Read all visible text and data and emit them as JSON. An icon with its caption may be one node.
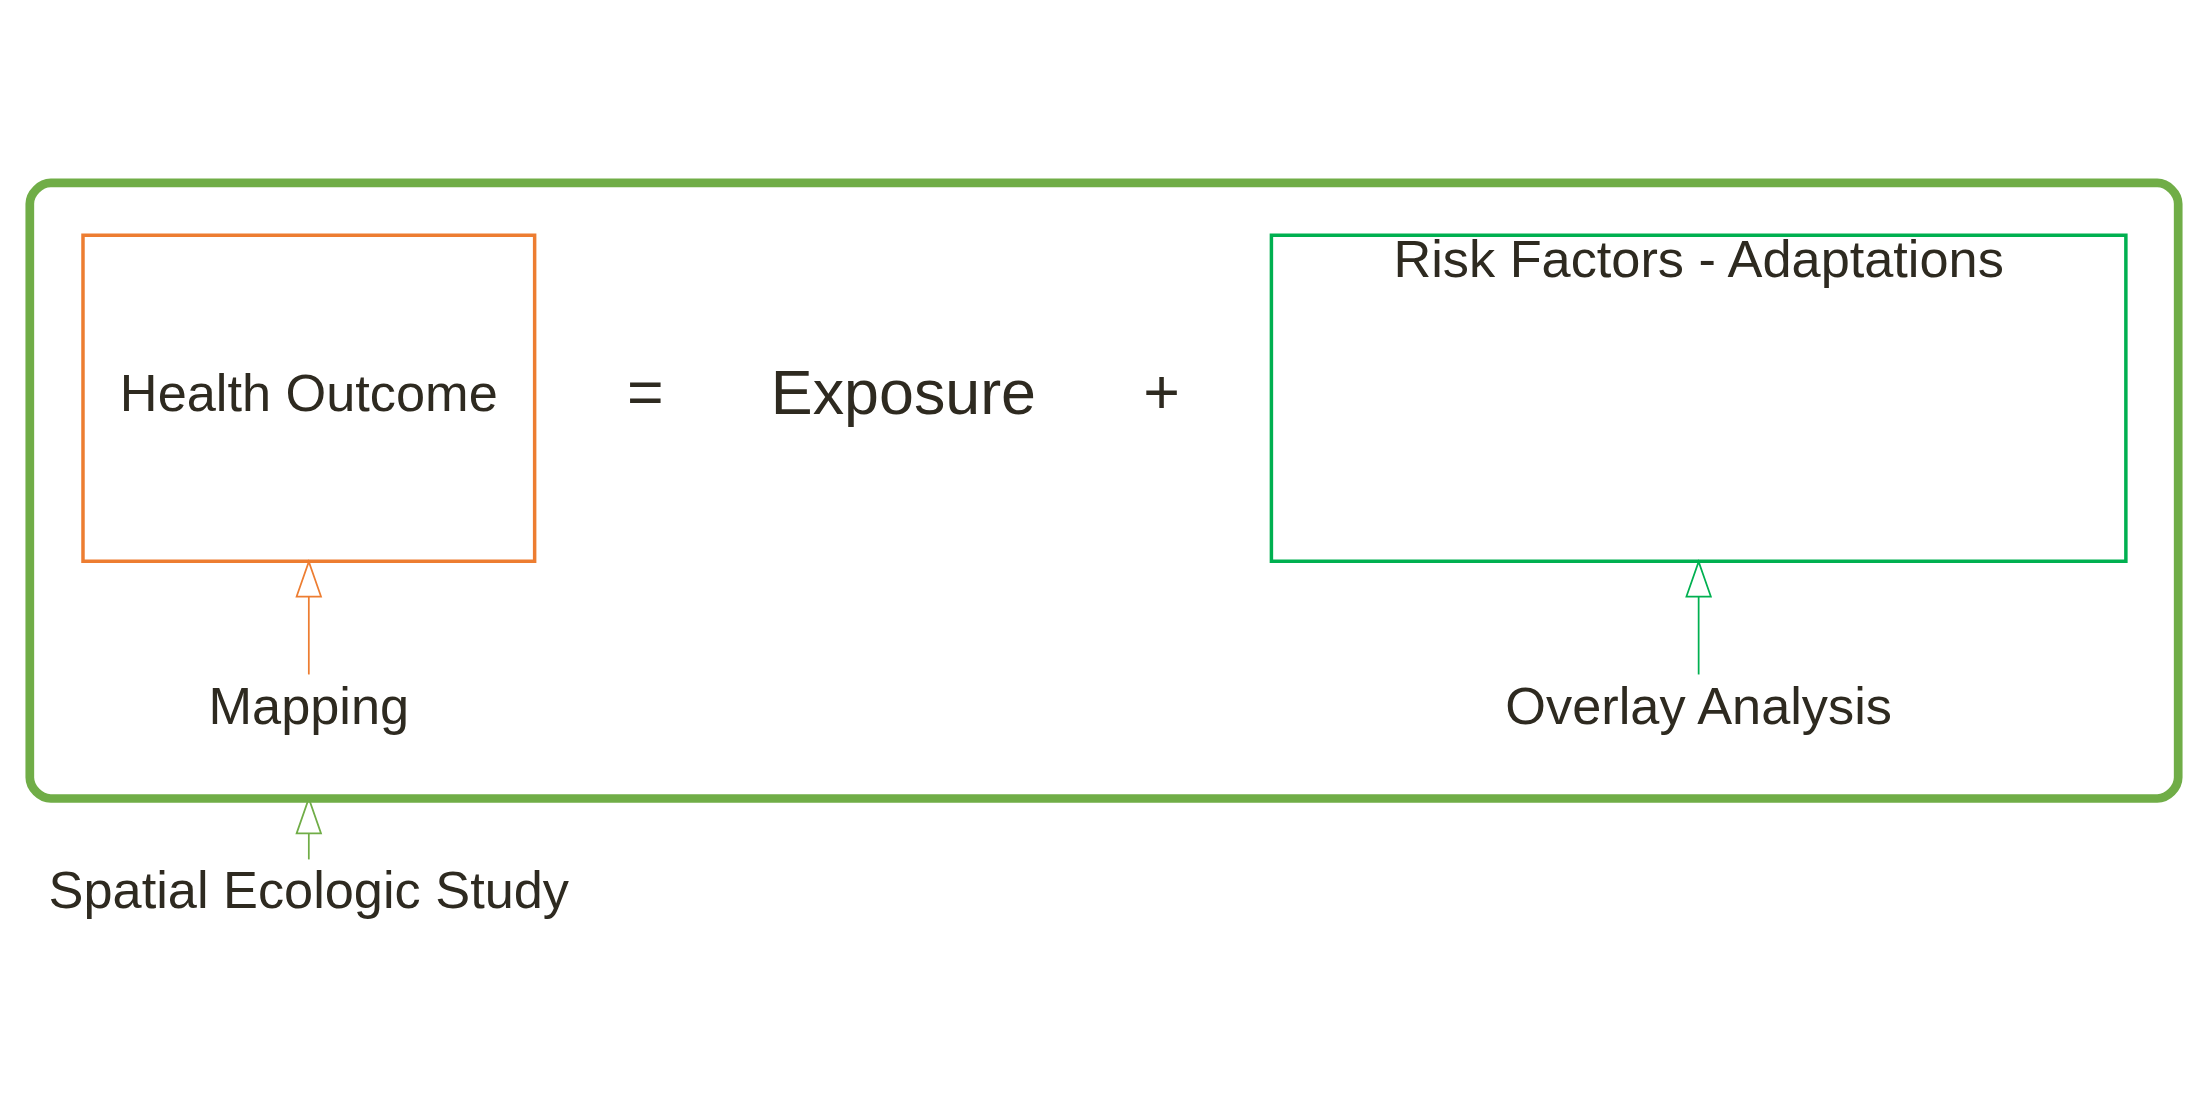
{
  "diagram": {
    "nodes": [
      {
        "text": [],
        "shape": "box"
      },
      {
        "text": [
          "Health Outcome"
        ],
        "in": 0
      },
      {
        "text": [
          "Risk Factors - Adaptations"
        ],
        "in": 0
      },
      {
        "text": [
          "Mapping"
        ],
        "in": 0
      },
      {
        "text": [
          "Overlay Analysis"
        ],
        "in": 0
      },
      {
        "text": [
          "Spatial Ecologic Study"
        ]
      }
    ],
    "edges": [
      {
        "from": 3,
        "to": 1,
        "arrow": "to",
        "color": "#ed7d31"
      },
      {
        "from": 4,
        "to": 2,
        "arrow": "to",
        "color": "#00b050"
      },
      {
        "from": 5,
        "to": 0,
        "arrow": "to",
        "color": "#70ad47"
      }
    ],
    "labels": [
      "=",
      "Exposure",
      "+"
    ]
  }
}
